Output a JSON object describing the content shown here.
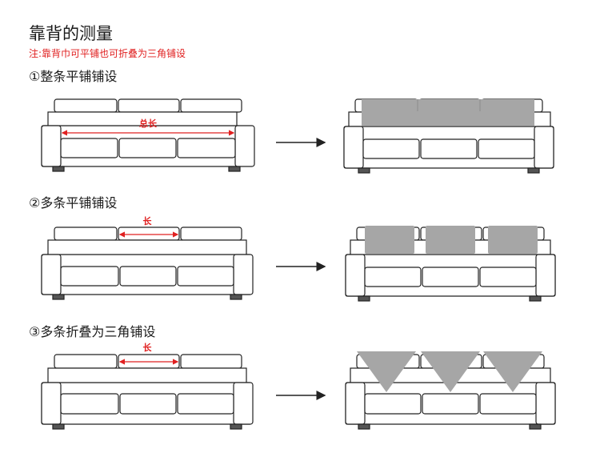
{
  "title": "靠背的测量",
  "note": "注:靠背巾可平铺也可折叠为三角铺设",
  "sections": [
    {
      "heading": "①整条平铺铺设",
      "label": "总长"
    },
    {
      "heading": "②多条平铺铺设",
      "label": "长"
    },
    {
      "heading": "③多条折叠为三角铺设",
      "label": "长"
    }
  ],
  "colors": {
    "accent": "#e02020",
    "cover": "#a6a6a6",
    "line": "#222222"
  }
}
